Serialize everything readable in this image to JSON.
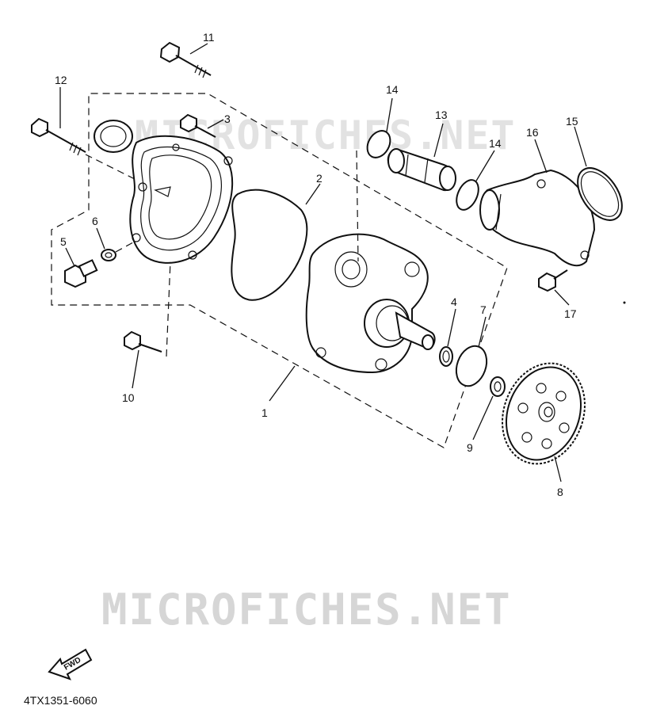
{
  "watermark": {
    "top": "MICROFICHES.NET",
    "bottom": "MICROFICHES.NET"
  },
  "fwd_label": "FWD",
  "diagram_code": "4TX1351-6060",
  "callouts": {
    "c1": "1",
    "c2": "2",
    "c3": "3",
    "c4": "4",
    "c5": "5",
    "c6": "6",
    "c7": "7",
    "c8": "8",
    "c9": "9",
    "c10": "10",
    "c11": "11",
    "c12": "12",
    "c13": "13",
    "c14a": "14",
    "c14b": "14",
    "c15": "15",
    "c16": "16",
    "c17": "17"
  }
}
